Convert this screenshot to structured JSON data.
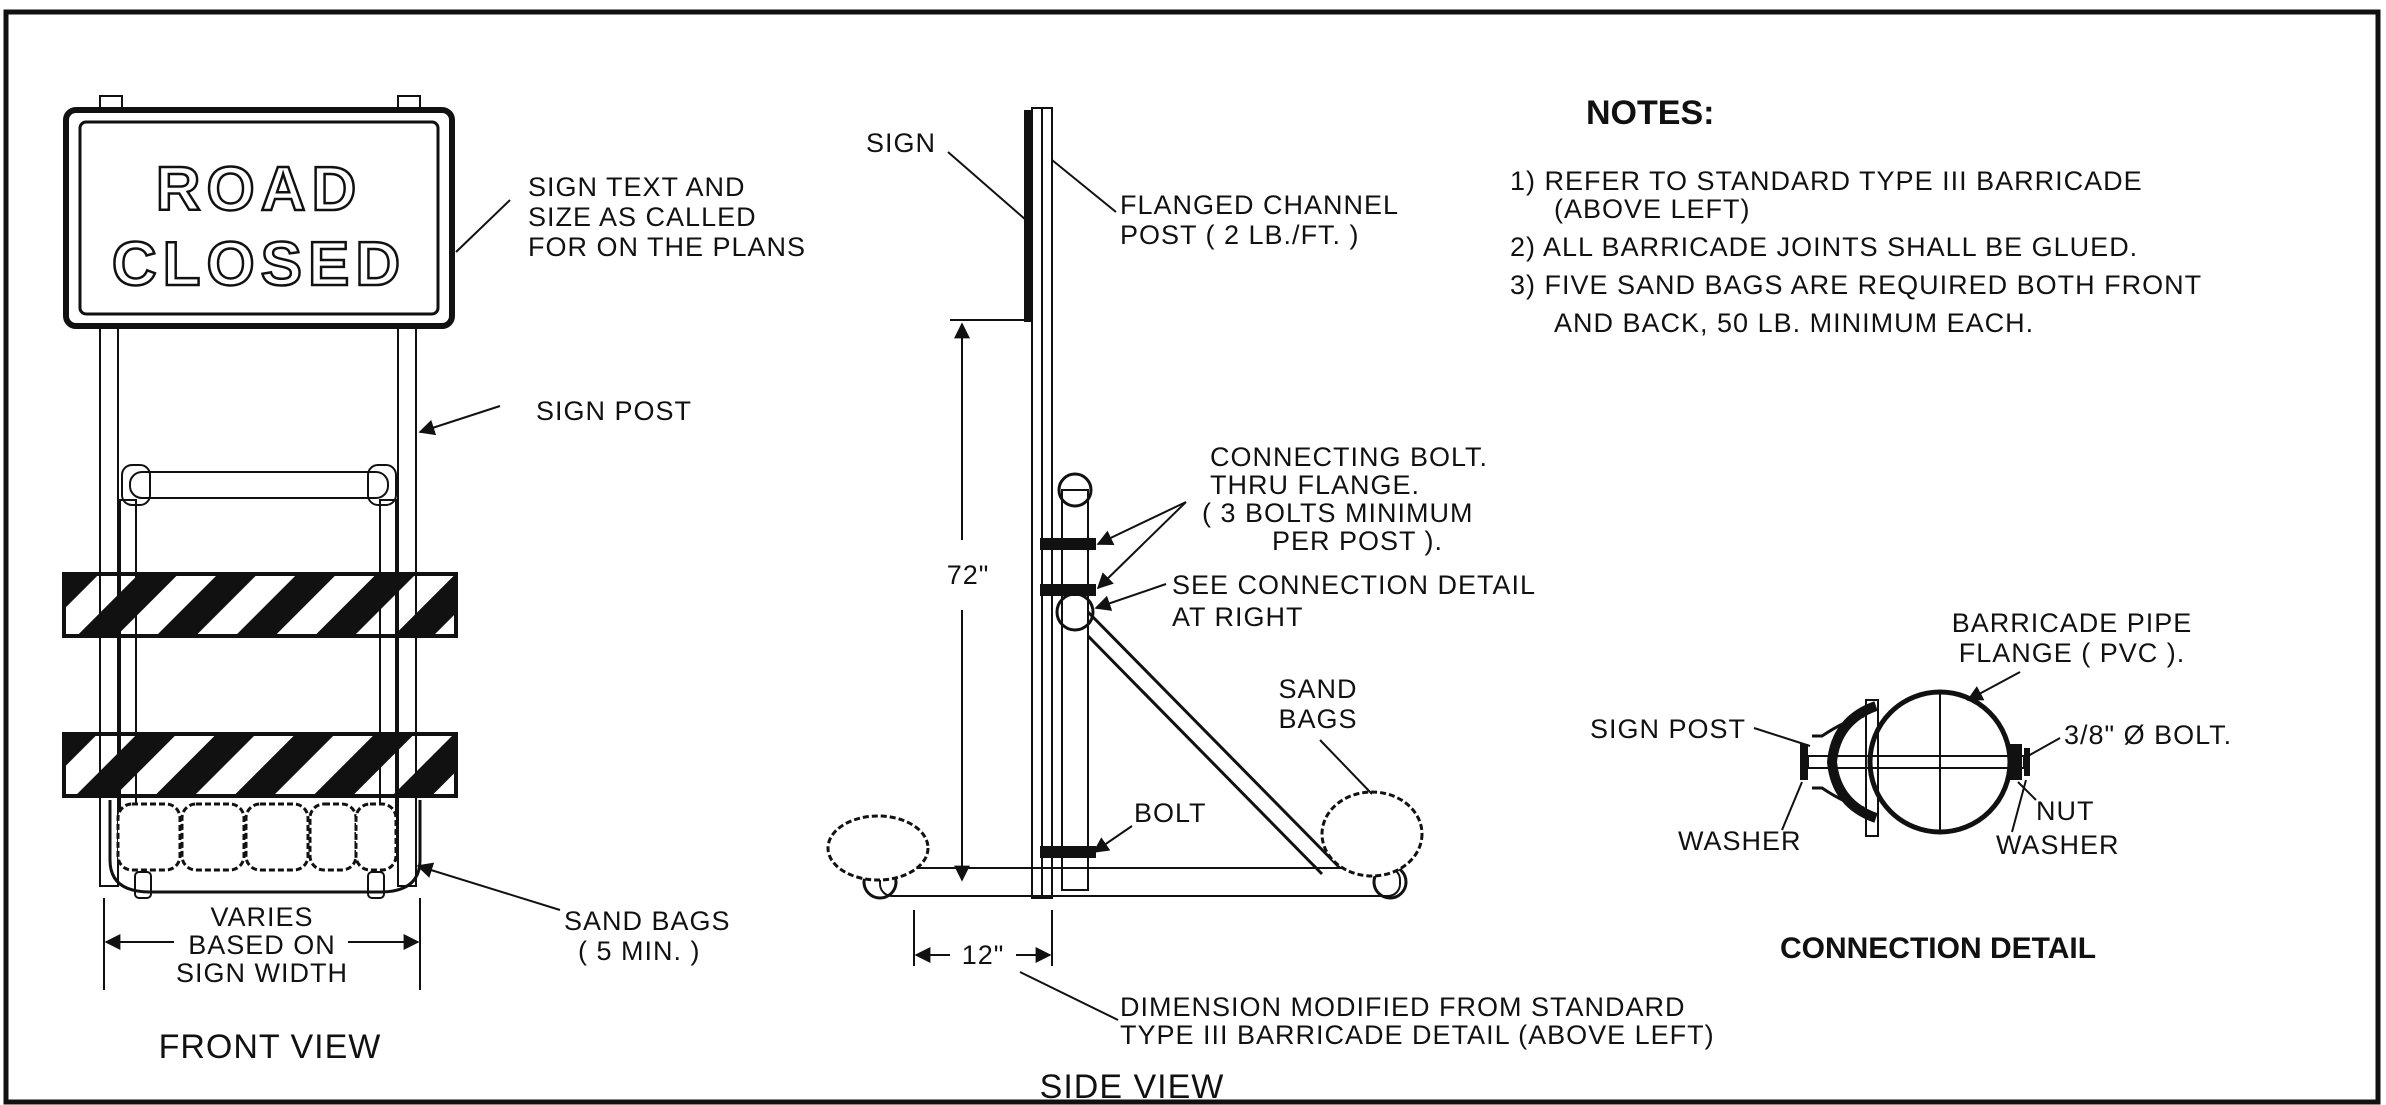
{
  "front_view": {
    "sign_text_line1": "ROAD",
    "sign_text_line2": "CLOSED",
    "sign_callout": [
      "SIGN TEXT AND",
      "SIZE AS CALLED",
      "FOR ON THE PLANS"
    ],
    "sign_post": "SIGN POST",
    "sand_bags": [
      "SAND BAGS",
      "( 5 MIN. )"
    ],
    "width_note": [
      "VARIES",
      "BASED ON",
      "SIGN WIDTH"
    ],
    "title": "FRONT VIEW"
  },
  "side_view": {
    "sign": "SIGN",
    "flanged_post": [
      "FLANGED CHANNEL",
      "POST ( 2 LB./FT. )"
    ],
    "connecting_bolt": [
      "CONNECTING BOLT.",
      "THRU FLANGE.",
      "( 3 BOLTS MINIMUM",
      "PER POST )."
    ],
    "see_detail": [
      "SEE CONNECTION DETAIL",
      "AT RIGHT"
    ],
    "height_dim": "72\"",
    "sand_bags": [
      "SAND",
      "BAGS"
    ],
    "bolt": "BOLT",
    "base_dim": "12\"",
    "dimension_note": [
      "DIMENSION MODIFIED FROM STANDARD",
      "TYPE III BARRICADE DETAIL (ABOVE LEFT)"
    ],
    "title": "SIDE VIEW"
  },
  "notes": {
    "heading": "NOTES:",
    "items": [
      "1) REFER TO STANDARD TYPE III BARRICADE",
      "(ABOVE LEFT)",
      "2) ALL BARRICADE JOINTS SHALL BE GLUED.",
      "3) FIVE SAND BAGS ARE REQUIRED BOTH FRONT",
      "AND BACK, 50 LB. MINIMUM EACH."
    ]
  },
  "connection_detail": {
    "pipe": [
      "BARRICADE PIPE",
      "FLANGE ( PVC )."
    ],
    "sign_post": "SIGN POST",
    "bolt": "3/8\" Ø BOLT.",
    "nut": "NUT",
    "washer_left": "WASHER",
    "washer_right": "WASHER",
    "title": "CONNECTION DETAIL"
  }
}
